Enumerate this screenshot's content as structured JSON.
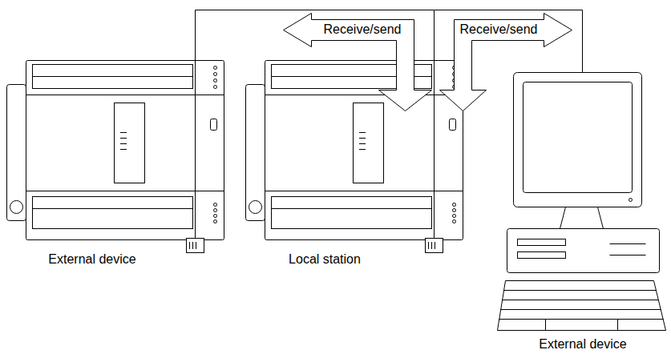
{
  "diagram": {
    "nodes": [
      {
        "text": [
          "External device"
        ]
      },
      {
        "text": [
          "Local station"
        ]
      },
      {
        "text": [
          "External device"
        ]
      },
      {
        "text": [
          "Receive/send"
        ]
      },
      {
        "text": [
          "Receive/send"
        ]
      }
    ],
    "edges": [
      {
        "from": 0,
        "to": 1,
        "arrow": "none"
      },
      {
        "from": 1,
        "to": 2,
        "arrow": "none"
      }
    ]
  }
}
